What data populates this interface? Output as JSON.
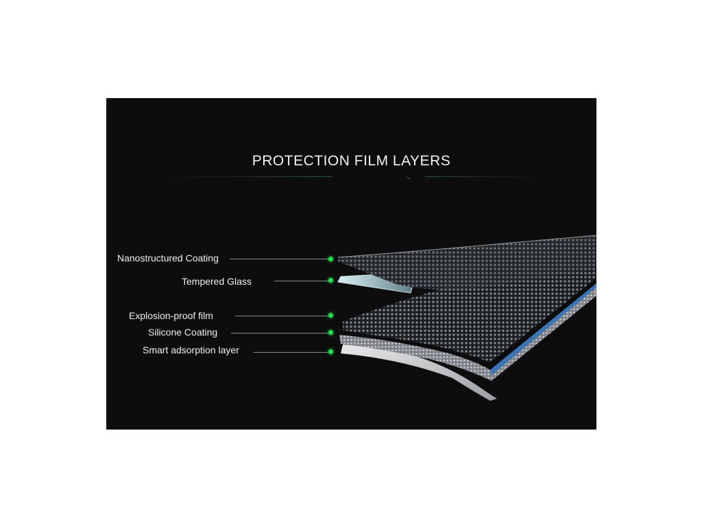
{
  "title": "PROTECTION FILM LAYERS",
  "layers": [
    {
      "label": "Nanostructured Coating"
    },
    {
      "label": "Tempered Glass"
    },
    {
      "label": "Explosion-proof film"
    },
    {
      "label": "Silicone Coating"
    },
    {
      "label": "Smart adsorption layer"
    }
  ],
  "colors": {
    "background": "#0d0d0e",
    "marker": "#22e04a",
    "text": "#f0f0f0",
    "accent_edge": "#2f6fb8"
  }
}
